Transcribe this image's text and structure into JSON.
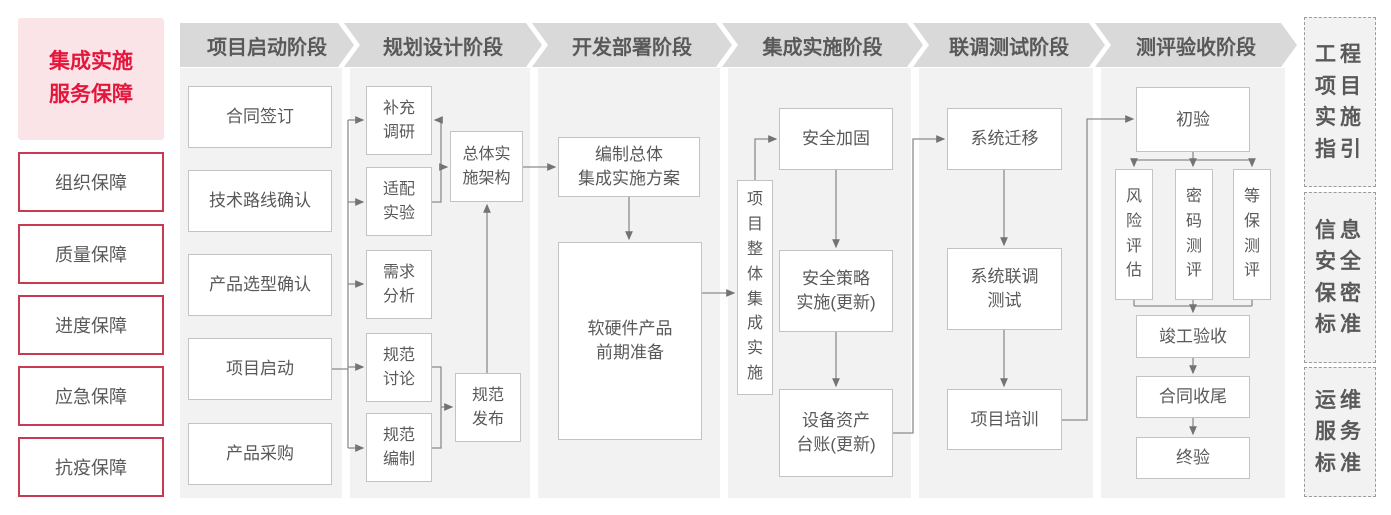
{
  "title": {
    "text": "集成实施\n服务保障"
  },
  "sidebar": [
    "组织保障",
    "质量保障",
    "进度保障",
    "应急保障",
    "抗疫保障"
  ],
  "phases": [
    "项目启动阶段",
    "规划设计阶段",
    "开发部署阶段",
    "集成实施阶段",
    "联调测试阶段",
    "测评验收阶段"
  ],
  "nodes": {
    "p1": [
      "合同签订",
      "技术路线确认",
      "产品选型确认",
      "项目启动",
      "产品采购"
    ],
    "p2": [
      "补充\n调研",
      "适配\n实验",
      "需求\n分析",
      "规范\n讨论",
      "规范\n编制"
    ],
    "p2_side": [
      "总体实\n施架构",
      "规范\n发布"
    ],
    "p3": [
      "编制总体\n集成实施方案",
      "软硬件产品\n前期准备"
    ],
    "p4_vertical": "项\n目\n整\n体\n集\n成\n实\n施",
    "p4": [
      "安全加固",
      "安全策略\n实施(更新)",
      "设备资产\n台账(更新)"
    ],
    "p5": [
      "系统迁移",
      "系统联调\n测试",
      "项目培训"
    ],
    "p6_top": "初验",
    "p6_evals": [
      "风\n险\n评\n估",
      "密\n码\n测\n评",
      "等\n保\n测\n评"
    ],
    "p6": [
      "竣工验收",
      "合同收尾",
      "终验"
    ]
  },
  "standards": [
    "工程\n项目\n实施\n指引",
    "信息\n安全\n保密\n标准",
    "运维\n服务\n标准"
  ],
  "colors": {
    "accent_red": "#e5163c",
    "border_red": "#c73a52",
    "pink_bg": "#fbe4e8",
    "panel_bg": "#f2f2f2",
    "banner_bg": "#d9d9d9",
    "text": "#595959",
    "line": "#8c8c8c"
  }
}
